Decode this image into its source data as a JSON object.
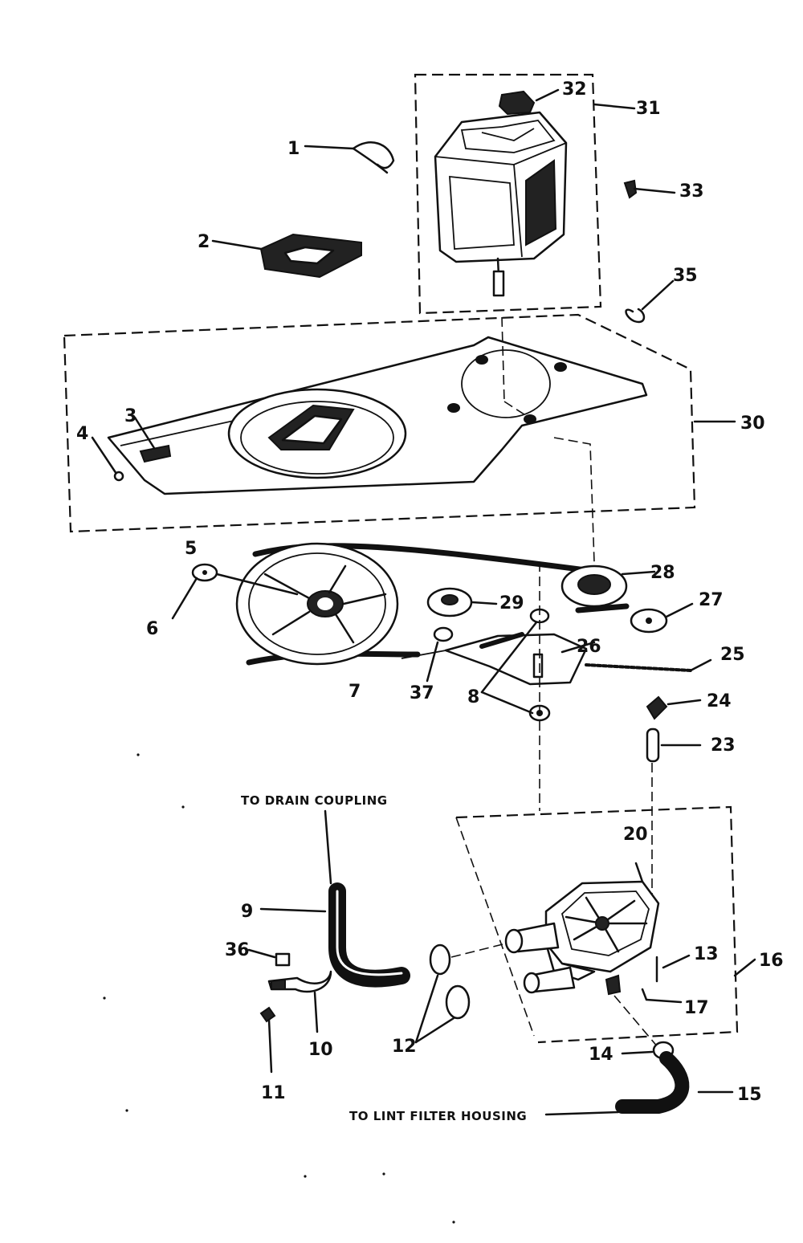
{
  "callouts": [
    {
      "id": "1",
      "label": "1"
    },
    {
      "id": "2",
      "label": "2"
    },
    {
      "id": "3",
      "label": "3"
    },
    {
      "id": "4",
      "label": "4"
    },
    {
      "id": "5",
      "label": "5"
    },
    {
      "id": "6",
      "label": "6"
    },
    {
      "id": "7",
      "label": "7"
    },
    {
      "id": "8",
      "label": "8"
    },
    {
      "id": "9",
      "label": "9"
    },
    {
      "id": "10",
      "label": "10"
    },
    {
      "id": "11",
      "label": "11"
    },
    {
      "id": "12",
      "label": "12"
    },
    {
      "id": "13",
      "label": "13"
    },
    {
      "id": "14",
      "label": "14"
    },
    {
      "id": "15",
      "label": "15"
    },
    {
      "id": "16",
      "label": "16"
    },
    {
      "id": "17",
      "label": "17"
    },
    {
      "id": "20",
      "label": "20"
    },
    {
      "id": "23",
      "label": "23"
    },
    {
      "id": "24",
      "label": "24"
    },
    {
      "id": "25",
      "label": "25"
    },
    {
      "id": "26",
      "label": "26"
    },
    {
      "id": "27",
      "label": "27"
    },
    {
      "id": "28",
      "label": "28"
    },
    {
      "id": "29",
      "label": "29"
    },
    {
      "id": "30",
      "label": "30"
    },
    {
      "id": "31",
      "label": "31"
    },
    {
      "id": "32",
      "label": "32"
    },
    {
      "id": "33",
      "label": "33"
    },
    {
      "id": "35",
      "label": "35"
    },
    {
      "id": "36",
      "label": "36"
    },
    {
      "id": "37",
      "label": "37"
    }
  ],
  "notes": {
    "drain": "TO DRAIN COUPLING",
    "lint": "TO LINT FILTER HOUSING"
  }
}
